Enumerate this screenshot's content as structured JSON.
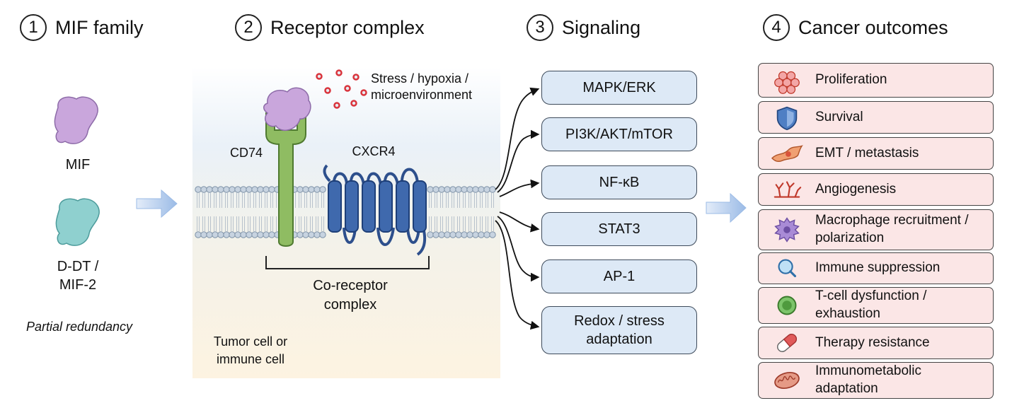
{
  "sections": [
    {
      "number": "1",
      "title": "MIF family"
    },
    {
      "number": "2",
      "title": "Receptor complex"
    },
    {
      "number": "3",
      "title": "Signaling"
    },
    {
      "number": "4",
      "title": "Cancer outcomes"
    }
  ],
  "mif_family": {
    "mif_label": "MIF",
    "ddt_label": "D-DT /\nMIF-2",
    "note": "Partial redundancy"
  },
  "receptor": {
    "stress_label": "Stress / hypoxia /\nmicroenvironment",
    "cd74_label": "CD74",
    "cxcr4_label": "CXCR4",
    "coreceptor_label": "Co-receptor\ncomplex",
    "cell_label": "Tumor cell or\nimmune cell"
  },
  "pathways": [
    "MAPK/ERK",
    "PI3K/AKT/mTOR",
    "NF-κB",
    "STAT3",
    "AP-1",
    "Redox / stress\nadaptation"
  ],
  "outcomes": [
    {
      "label": "Proliferation",
      "icon": "cell-cluster-icon"
    },
    {
      "label": "Survival",
      "icon": "shield-icon"
    },
    {
      "label": "EMT / metastasis",
      "icon": "migrating-cell-icon"
    },
    {
      "label": "Angiogenesis",
      "icon": "blood-vessel-icon"
    },
    {
      "label": "Macrophage recruitment /\npolarization",
      "icon": "macrophage-icon"
    },
    {
      "label": "Immune suppression",
      "icon": "magnifier-cell-icon"
    },
    {
      "label": "T-cell dysfunction /\nexhaustion",
      "icon": "t-cell-icon"
    },
    {
      "label": "Therapy resistance",
      "icon": "pill-capsule-icon"
    },
    {
      "label": "Immunometabolic\nadaptation",
      "icon": "mitochondrion-icon"
    }
  ],
  "colors": {
    "mif_purple": "#c9a6dc",
    "ddt_teal": "#8fd0cf",
    "cd74_green": "#8fbc62",
    "cxcr4_blue": "#3f69ad",
    "pathway_fill": "#dde9f6",
    "outcome_fill": "#fbe6e6",
    "stress_dots": "#d9333b",
    "arrow_blue": "#a9c4ea"
  }
}
